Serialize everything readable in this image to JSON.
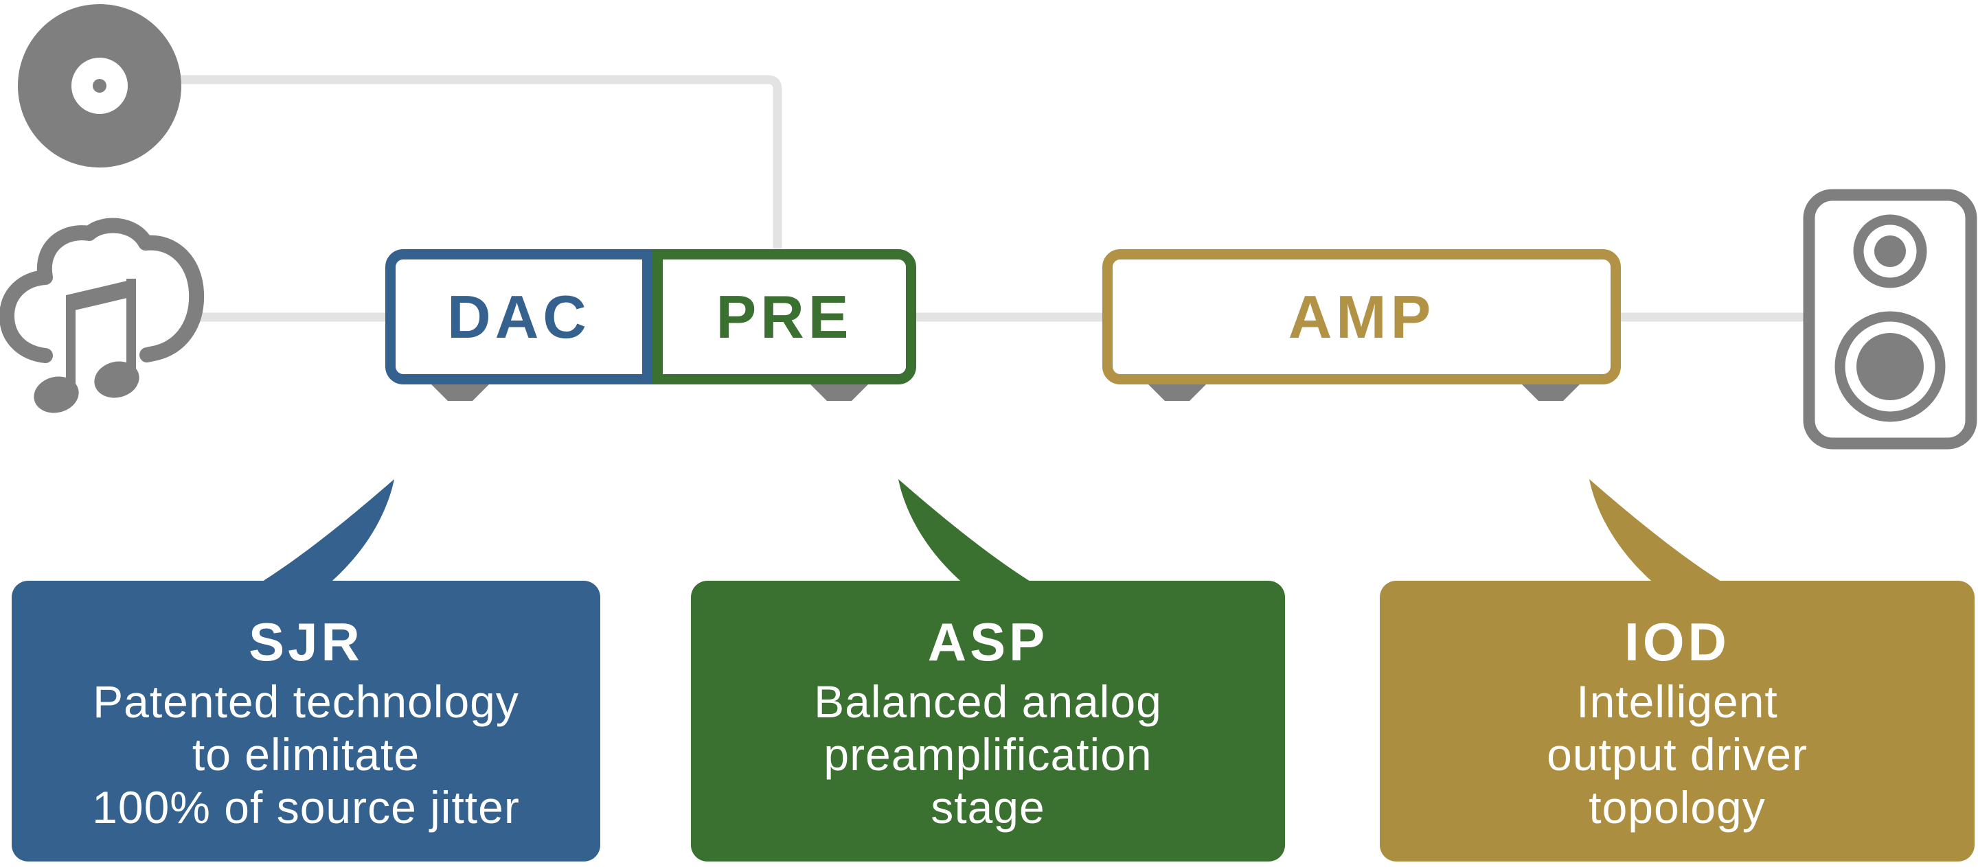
{
  "colors": {
    "blue": "#35618e",
    "green": "#3a7030",
    "gold": "#ab8e3f",
    "gold-border": "#b29245",
    "icon-gray": "#7f7f7f",
    "line-gray": "#e3e3e3",
    "white": "#ffffff"
  },
  "icons": {
    "vinyl_record": "vinyl-record-icon",
    "cloud_music": "cloud-music-streaming-icon",
    "speaker": "loudspeaker-icon"
  },
  "chain": {
    "dac_label": "DAC",
    "pre_label": "PRE",
    "amp_label": "AMP"
  },
  "callouts": [
    {
      "title": "SJR",
      "lines": [
        "Patented technology",
        "to elimitate",
        "100% of source jitter"
      ]
    },
    {
      "title": "ASP",
      "lines": [
        "Balanced analog",
        "preamplification",
        "stage"
      ]
    },
    {
      "title": "IOD",
      "lines": [
        "Intelligent",
        "output driver",
        "topology"
      ]
    }
  ]
}
